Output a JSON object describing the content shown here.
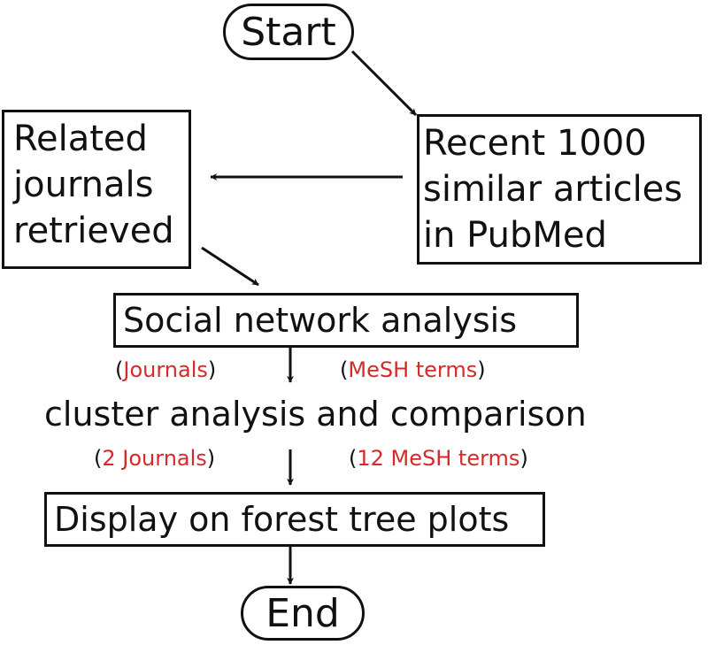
{
  "nodes": {
    "start": "Start",
    "recent": [
      "Recent 1000",
      "similar articles",
      "in PubMed"
    ],
    "related": [
      "Related",
      "journals",
      "retrieved"
    ],
    "sna": "Social network analysis",
    "cluster": "cluster analysis and comparison",
    "display": "Display on forest tree plots",
    "end": "End"
  },
  "captions": {
    "journals": "Journals",
    "mesh": "MeSH terms",
    "two_journals": "2 Journals",
    "twelve_mesh": "12 MeSH terms"
  },
  "colors": {
    "line": "#111111",
    "highlight": "#d42a2a"
  }
}
